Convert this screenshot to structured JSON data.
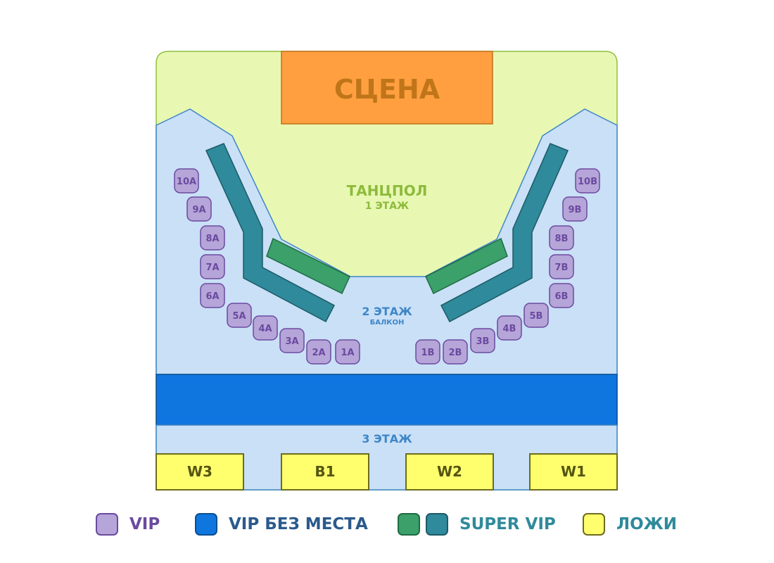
{
  "colors": {
    "dancefloor": "#e8f8b3",
    "balcony": "#c9e0f7",
    "stage": "#ff9f40",
    "stage_text": "#c07519",
    "vip": "#b6a5d8",
    "vip_border": "#6b4aa0",
    "vip_text": "#6b4aa0",
    "vip_no_seat": "#0f76e0",
    "super_vip_green": "#3ba06a",
    "super_vip_teal": "#2f8a9b",
    "loge": "#ffff6e",
    "loge_border": "#6c6c1d",
    "zone_text_green": "#8dbb3c",
    "zone_text_blue": "#3f86c6"
  },
  "stage": {
    "label": "СЦЕНА"
  },
  "dancefloor": {
    "title": "ТАНЦПОЛ",
    "subtitle": "1 ЭТАЖ"
  },
  "balcony": {
    "title": "2 ЭТАЖ",
    "subtitle": "БАЛКОН"
  },
  "third_floor": {
    "title": "3 ЭТАЖ"
  },
  "vip_tables_left": [
    "10A",
    "9A",
    "8A",
    "7A",
    "6A",
    "5A",
    "4A",
    "3A",
    "2A",
    "1A"
  ],
  "vip_tables_right": [
    "10B",
    "9B",
    "8B",
    "7B",
    "6B",
    "5B",
    "4B",
    "3B",
    "2B",
    "1B"
  ],
  "loges": [
    "W3",
    "B1",
    "W2",
    "W1"
  ],
  "legend": {
    "vip": "VIP",
    "vip_no_seat": "VIP БЕЗ МЕСТА",
    "super_vip": "SUPER VIP",
    "loges": "ЛОЖИ"
  }
}
